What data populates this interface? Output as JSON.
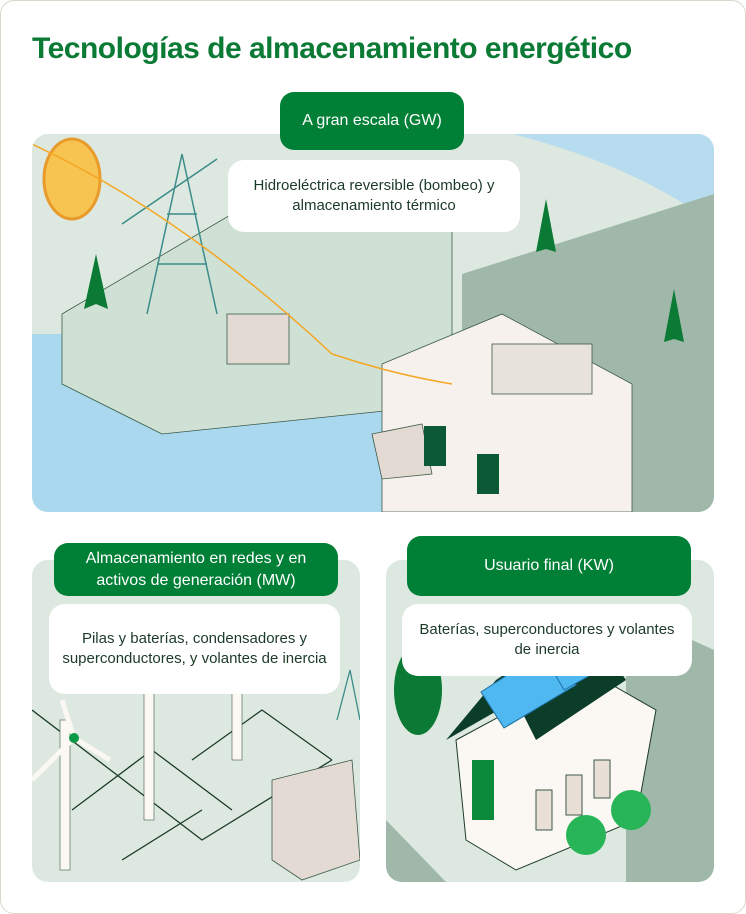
{
  "title": {
    "regular": "Tecnologías de ",
    "bold": "almacenamiento energético"
  },
  "sections": [
    {
      "label": "A gran escala (GW)",
      "description": "Hidroeléctrica reversible (bombeo) y almacenamiento térmico"
    },
    {
      "label": "Almacenamiento en redes y en activos de generación (MW)",
      "description": "Pilas y baterías, condensadores y superconductores, y volantes de inercia"
    },
    {
      "label": "Usuario final (KW)",
      "description": "Baterías, superconductores y volantes de inercia"
    }
  ],
  "colors": {
    "brand": "#007f36",
    "panel": "#dde9e0",
    "water": "#a9d8ef"
  }
}
